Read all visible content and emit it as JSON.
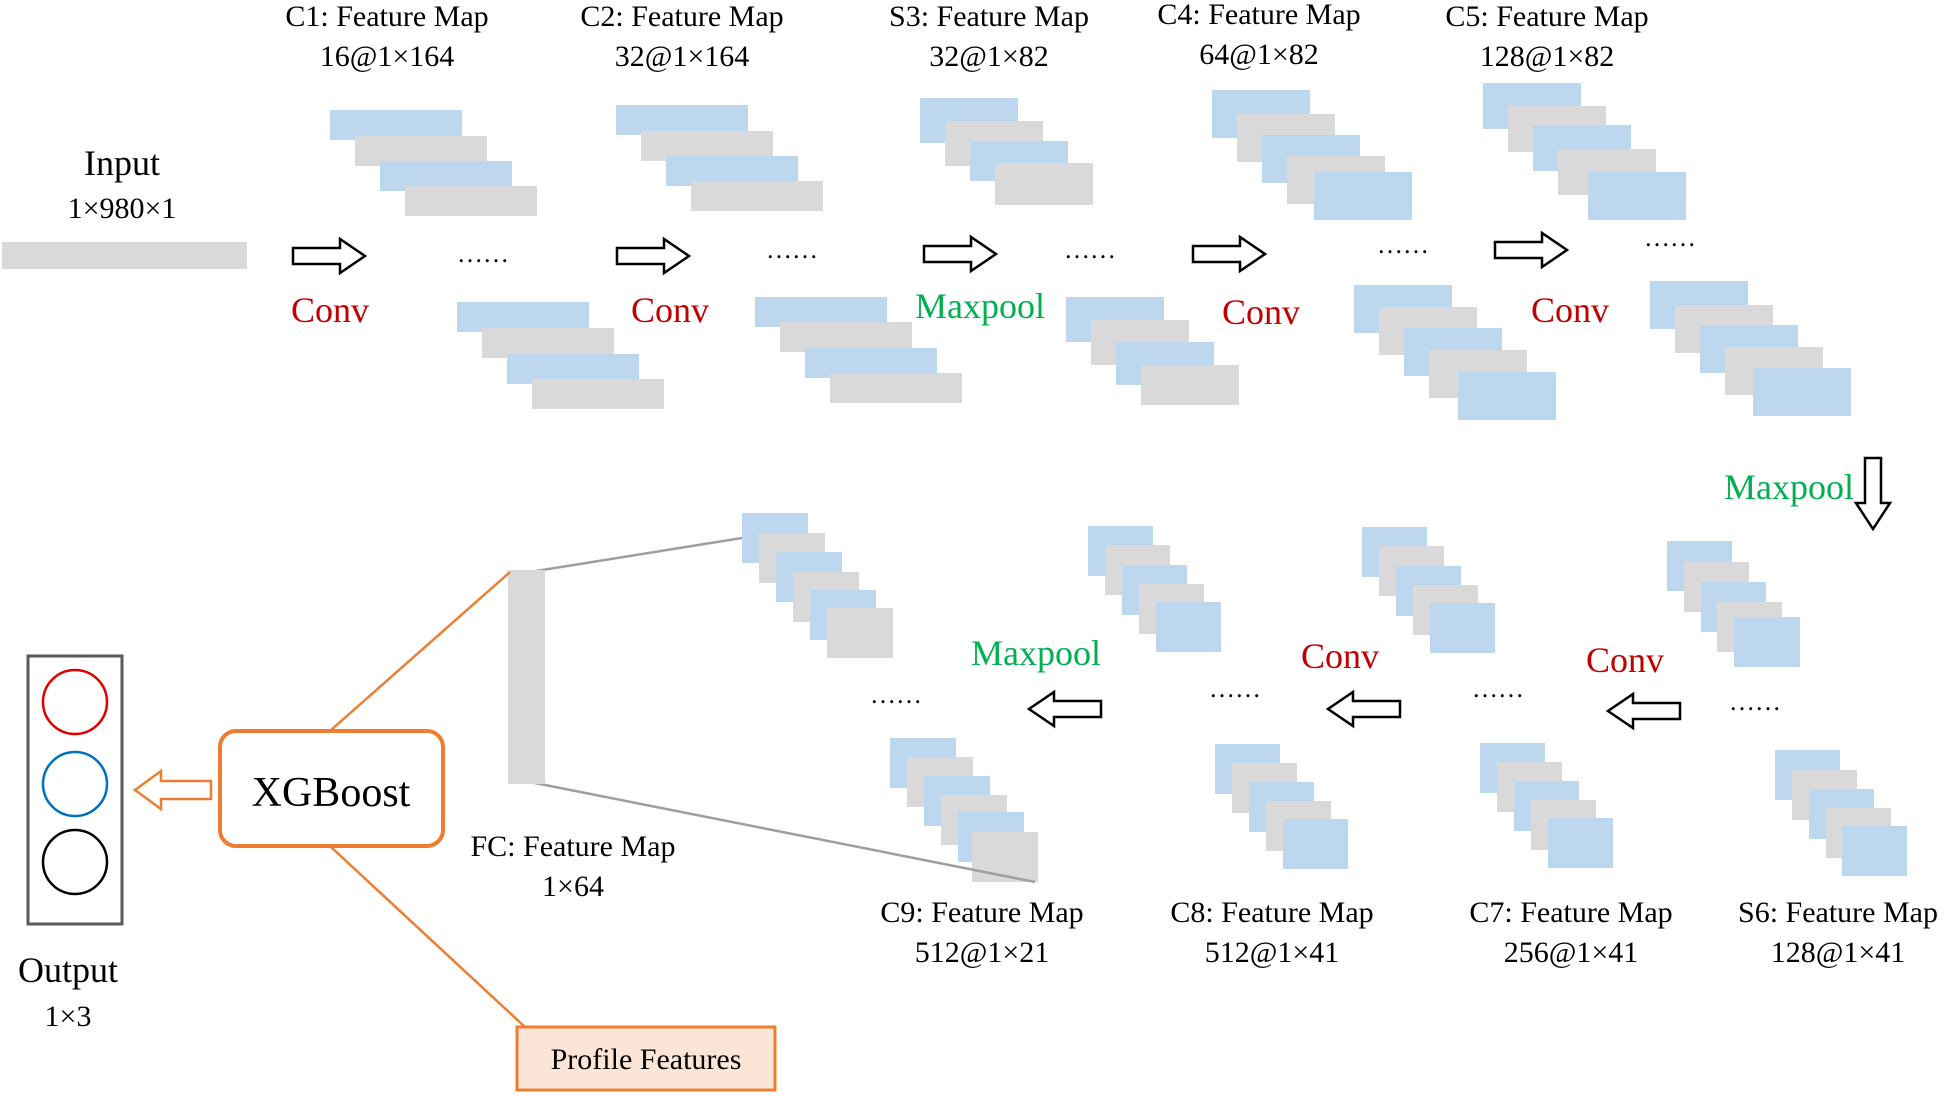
{
  "colors": {
    "blue": "#bdd7ee",
    "gray": "#d9d9d9",
    "conv_red": "#c00000",
    "pool_green": "#00b050",
    "orange": "#ed7d31",
    "profile_fill": "#fbe5d6",
    "output_frame": "#595959",
    "neuron_red": "#e00000",
    "neuron_blue": "#0070c0",
    "neuron_black": "#000000"
  },
  "input": {
    "title": "Input",
    "shape": "1×980×1"
  },
  "layers": {
    "c1": {
      "title": "C1: Feature Map",
      "shape": "16@1×164"
    },
    "c2": {
      "title": "C2: Feature Map",
      "shape": "32@1×164"
    },
    "s3": {
      "title": "S3: Feature Map",
      "shape": "32@1×82"
    },
    "c4": {
      "title": "C4: Feature Map",
      "shape": "64@1×82"
    },
    "c5": {
      "title": "C5: Feature Map",
      "shape": "128@1×82"
    },
    "s6": {
      "title": "S6: Feature Map",
      "shape": "128@1×41"
    },
    "c7": {
      "title": "C7: Feature Map",
      "shape": "256@1×41"
    },
    "c8": {
      "title": "C8: Feature Map",
      "shape": "512@1×41"
    },
    "c9": {
      "title": "C9: Feature Map",
      "shape": "512@1×21"
    },
    "fc": {
      "title": "FC: Feature Map",
      "shape": "1×64"
    }
  },
  "operations": {
    "op1": "Conv",
    "op2": "Conv",
    "op3": "Maxpool",
    "op4": "Conv",
    "op5": "Conv",
    "op6": "Maxpool",
    "op7": "Conv",
    "op8": "Conv",
    "op9": "Maxpool"
  },
  "ellipsis": "……",
  "xgboost": "XGBoost",
  "profile": "Profile Features",
  "output": {
    "title": "Output",
    "shape": "1×3"
  }
}
